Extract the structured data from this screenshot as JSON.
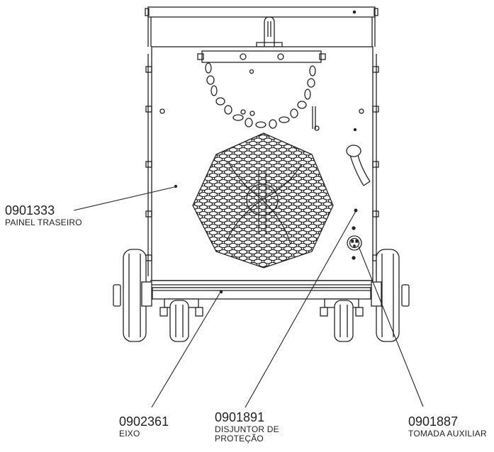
{
  "labels": {
    "painel": {
      "code": "0901333",
      "desc": "PAINEL TRASEIRO"
    },
    "eixo": {
      "code": "0902361",
      "desc": "EIXO"
    },
    "disjuntor": {
      "code": "0901891",
      "desc_line1": "DISJUNTOR DE",
      "desc_line2": "PROTEÇÃO"
    },
    "tomada": {
      "code": "0901887",
      "desc": "TOMADA AUXILIAR"
    }
  },
  "colors": {
    "line": "#222222",
    "background": "#ffffff",
    "panel": "#ffffff"
  }
}
